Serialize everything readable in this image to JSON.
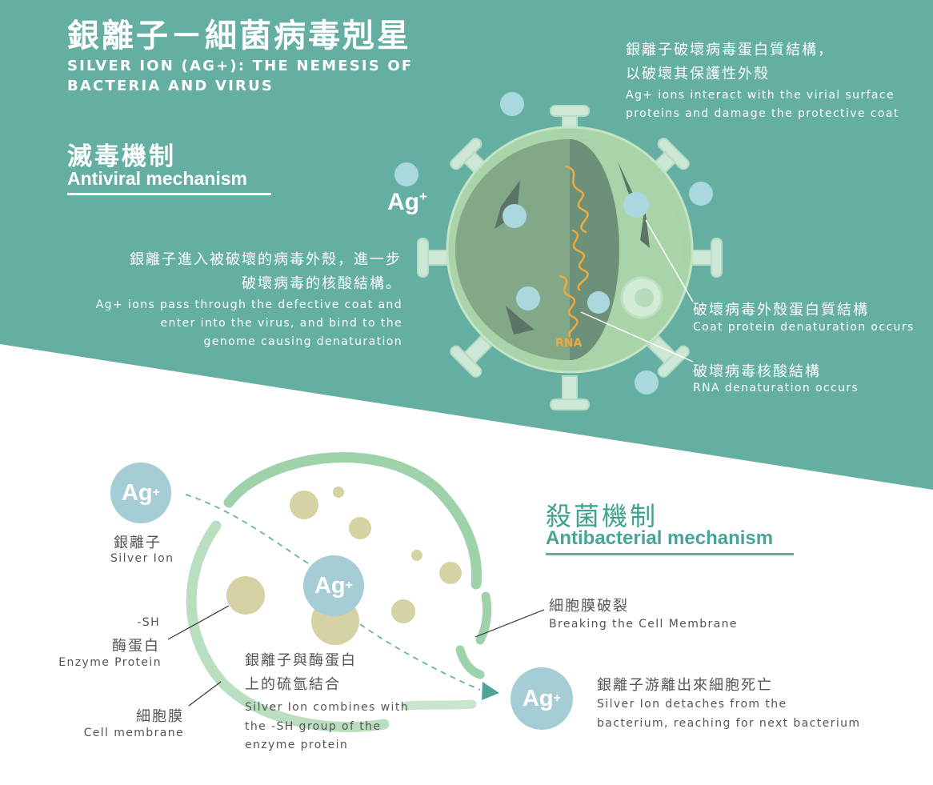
{
  "title": {
    "zh": "銀離子－細菌病毒剋星",
    "en": "SILVER ION (AG+): THE NEMESIS OF BACTERIA AND VIRUS"
  },
  "antiviral": {
    "heading_zh": "滅毒機制",
    "heading_en": "Antiviral mechanism",
    "ion_label": "Ag",
    "ion_sup": "+",
    "rna_label": "RNA",
    "top_note": {
      "zh": [
        "銀離子破壞病毒蛋白質結構，",
        "以破壞其保護性外殼"
      ],
      "en": [
        "Ag+ ions interact with the virial surface",
        "proteins and damage the protective coat"
      ]
    },
    "left_note": {
      "zh": [
        "銀離子進入被破壞的病毒外殼，進一步",
        "破壞病毒的核酸結構。"
      ],
      "en": [
        "Ag+ ions pass through the defective coat and",
        "enter into the virus, and bind to the",
        "genome causing denaturation"
      ]
    },
    "coat_note": {
      "zh": "破壞病毒外殼蛋白質結構",
      "en": "Coat protein denaturation occurs"
    },
    "rna_note": {
      "zh": "破壞病毒核酸結構",
      "en": "RNA denaturation occurs"
    }
  },
  "antibacterial": {
    "heading_zh": "殺菌機制",
    "heading_en": "Antibacterial mechanism",
    "ion_label": "Ag",
    "ion_sup": "+",
    "silver_ion": {
      "zh": "銀離子",
      "en": "Silver Ion"
    },
    "enzyme": {
      "code": "-SH",
      "zh": "酶蛋白",
      "en": "Enzyme Protein"
    },
    "membrane": {
      "zh": "細胞膜",
      "en": "Cell membrane"
    },
    "combine": {
      "zh": [
        "銀離子與酶蛋白",
        "上的硫氫結合"
      ],
      "en": [
        "Silver Ion combines with",
        "the -SH group of the",
        "enzyme protein"
      ]
    },
    "breaking": {
      "zh": "細胞膜破裂",
      "en": "Breaking the Cell Membrane"
    },
    "detach": {
      "zh": "銀離子游離出來細胞死亡",
      "en": [
        "Silver Ion detaches from the",
        "bacterium, reaching for next bacterium"
      ]
    }
  },
  "colors": {
    "teal": "#64afa1",
    "light_teal_dot": "#a9d9df",
    "virus_body": "#a9d3a8",
    "virus_core": "#82a887",
    "virus_core_dark": "#6d9078",
    "rna_orange": "#f0a93f",
    "membrane_green": "#9ed2ab",
    "ion_blue": "#a6ccd6",
    "granule": "#d5d2a4"
  }
}
